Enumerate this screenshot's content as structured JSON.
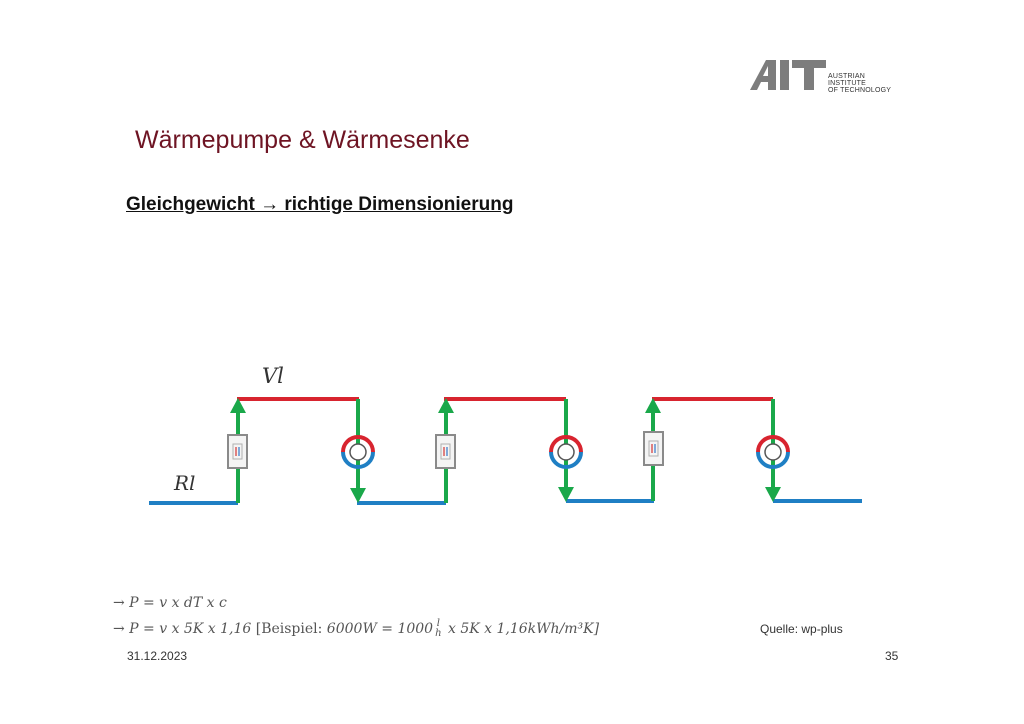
{
  "logo": {
    "mark": "AIT",
    "line1": "AUSTRIAN INSTITUTE",
    "line2": "OF TECHNOLOGY"
  },
  "title": "Wärmepumpe & Wärmesenke",
  "subtitle": "Gleichgewicht → richtige Dimensionierung",
  "diagram": {
    "supply_label": "Vl",
    "return_label": "Rl",
    "colors": {
      "supply": "#d8242f",
      "return": "#1f7fc4",
      "connector": "#1aa84a"
    }
  },
  "formulas": {
    "line1": "→ P = v x dT x c",
    "line2_start": "→ P = v x 5K x 1,16  ",
    "line2_example_prefix": "[Beispiel:",
    "line2_example_mid": " 6000W = 1000",
    "frac_num": "l",
    "frac_den": "h",
    "line2_example_end": " x 5K x 1,16kWh/m³K]"
  },
  "source": "Quelle: wp-plus",
  "date": "31.12.2023",
  "page_number": "35"
}
